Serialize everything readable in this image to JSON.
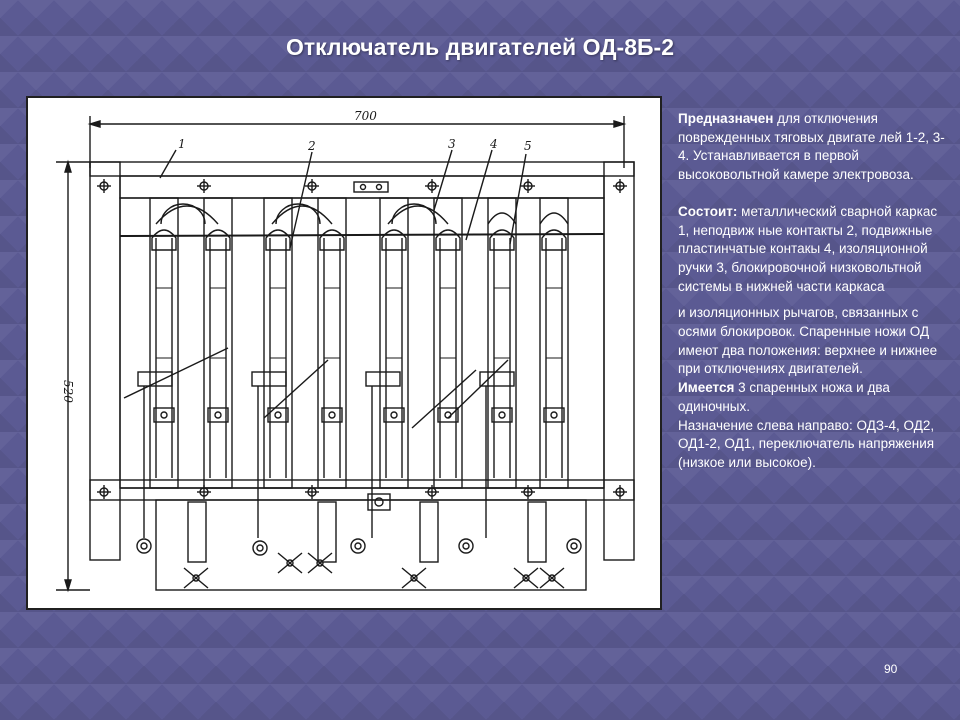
{
  "slide": {
    "title": "Отключатель двигателей ОД-8Б-2",
    "page_number": "90"
  },
  "drawing": {
    "dimension_width": "700",
    "dimension_height": "520",
    "callouts": [
      "1",
      "2",
      "3",
      "4",
      "5"
    ]
  },
  "description": {
    "purpose_label": "Предназначен",
    "purpose_text": " для отключения поврежденных тяговых двигате лей 1-2, 3-4. Устанавливается в первой высоковольтной камере электровоза.",
    "consists_label": "Состоит:",
    "consists_text": " металлический сварной каркас 1, неподвиж ные контакты 2, подвижные пластинчатые контакы 4, изоляционной ручки 3, блокировочной низковольтной  системы в нижней части каркаса",
    "line2": "и изоляционных  рычагов, связанных с осями блокировок. Спаренные ножи ОД имеют два положения: верхнее и нижнее при отключениях двигателей.",
    "has_label": "Имеется",
    "has_text": " 3 спаренных ножа и два одиночных.",
    "order_text": "Назначение слева направо: ОДЗ-4, ОД2, ОД1-2, ОД1, переключатель напряжения (низкое или высокое)."
  },
  "colors": {
    "background": "#5b5a93",
    "text": "#ffffff",
    "drawing_ink": "#1a1a1a"
  }
}
